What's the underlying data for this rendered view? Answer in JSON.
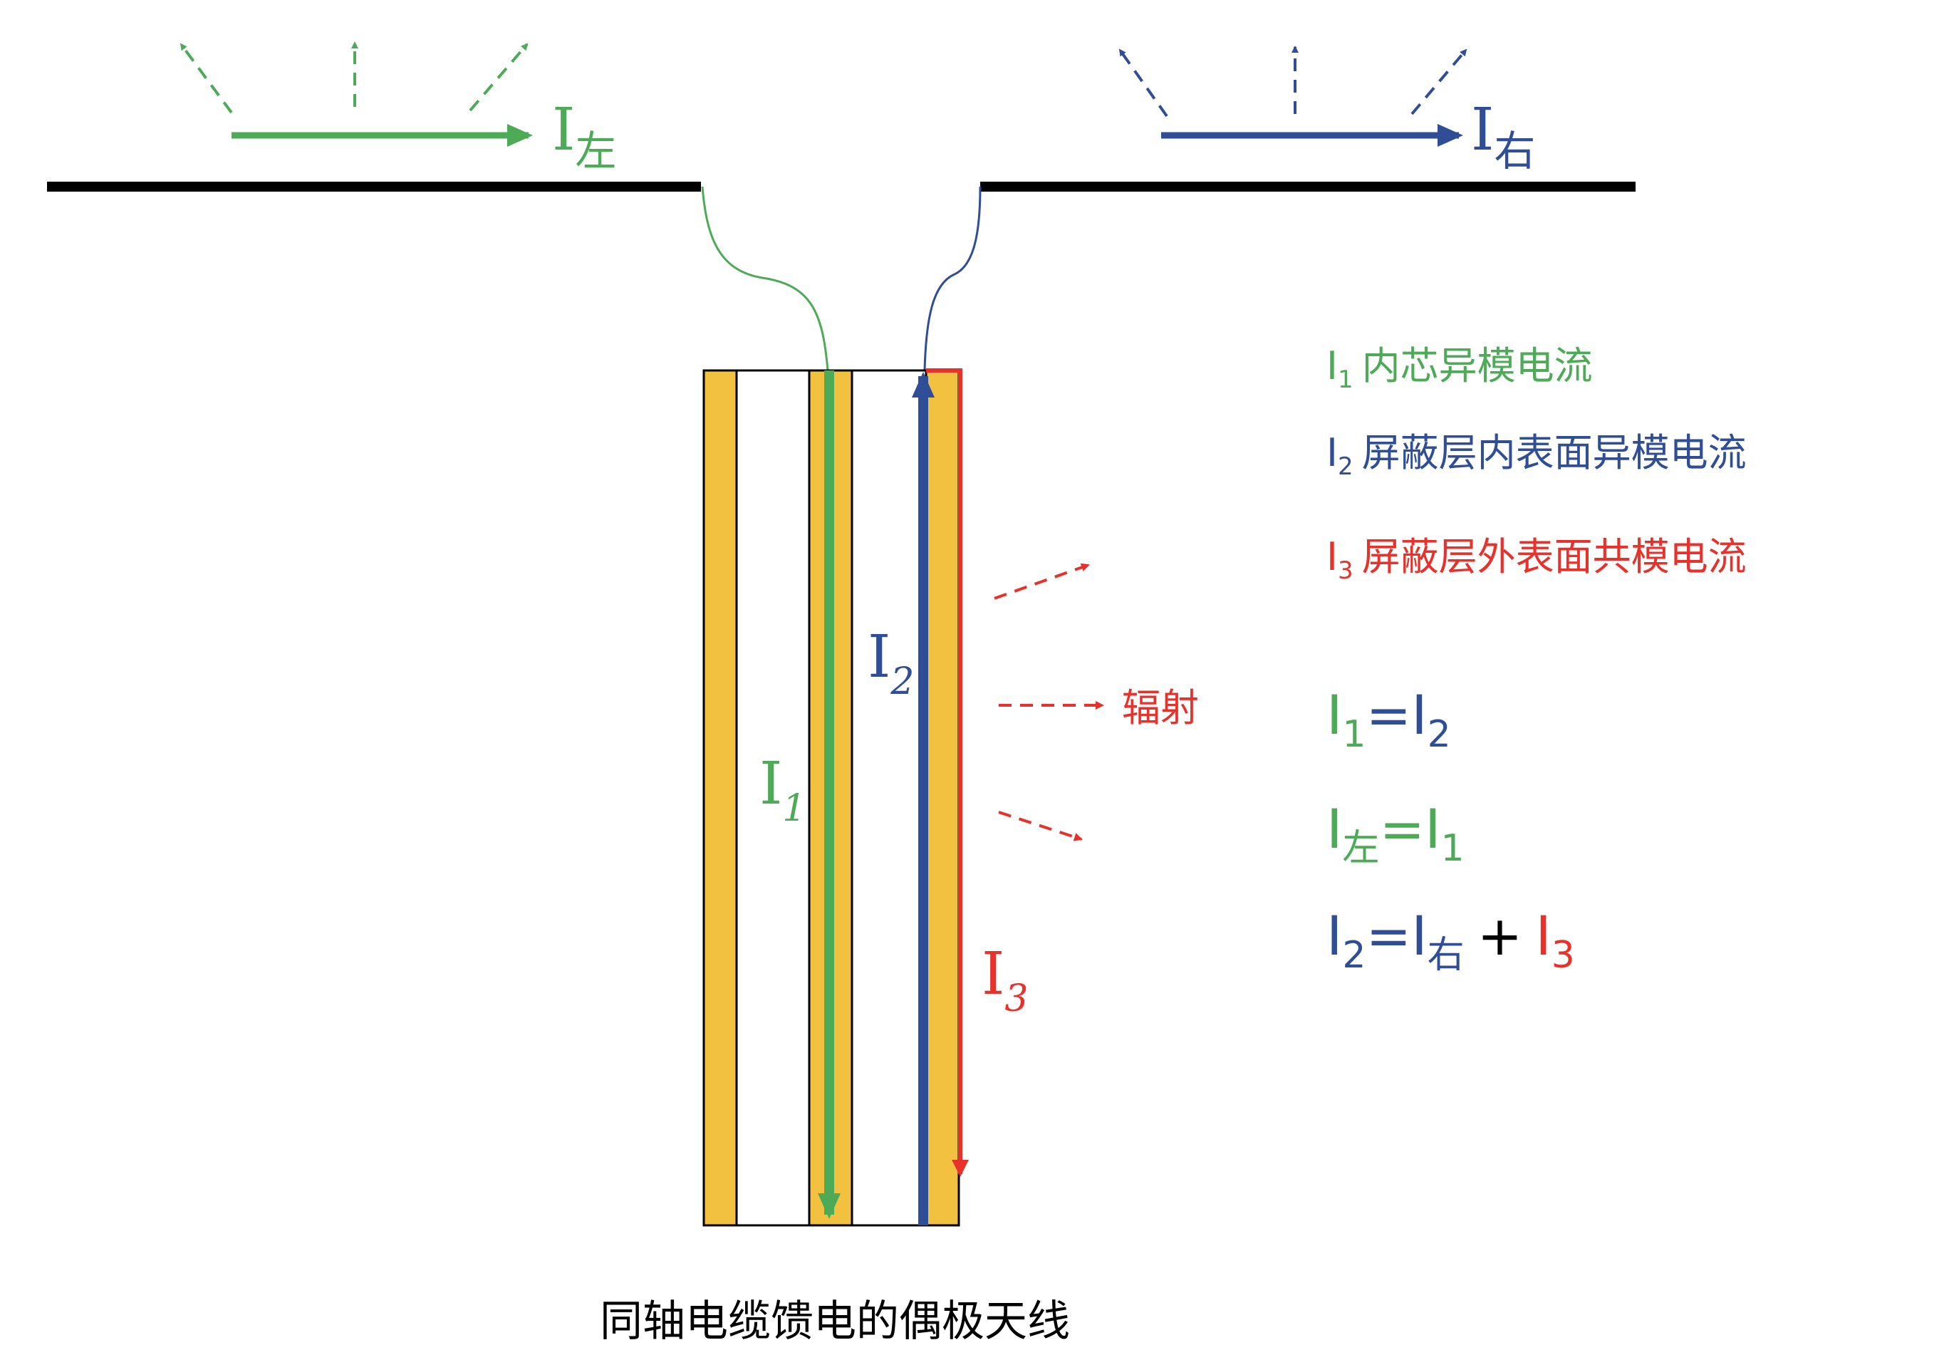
{
  "colors": {
    "green": "#4daa57",
    "blue": "#2f4e96",
    "red": "#e8312b",
    "gold": "#f2c140",
    "black": "#000000"
  },
  "labels": {
    "i_left": {
      "main": "I",
      "sub": "左"
    },
    "i_right": {
      "main": "I",
      "sub": "右"
    },
    "i1": {
      "main": "I",
      "sub": "1"
    },
    "i2": {
      "main": "I",
      "sub": "2"
    },
    "i3": {
      "main": "I",
      "sub": "3"
    },
    "radiation": "辐射"
  },
  "legend": [
    {
      "main": "I",
      "sub": "1",
      "text": "内芯异模电流"
    },
    {
      "main": "I",
      "sub": "2",
      "text": "屏蔽层内表面异模电流"
    },
    {
      "main": "I",
      "sub": "3",
      "text": "屏蔽层外表面共模电流"
    }
  ],
  "equations": {
    "eq1": {
      "a": "I",
      "a_sub": "1",
      "op": "=",
      "b": "I",
      "b_sub": "2"
    },
    "eq2": {
      "a": "I",
      "a_sub": "左",
      "op": "=",
      "b": "I",
      "b_sub": "1"
    },
    "eq3": {
      "a": "I",
      "a_sub": "2",
      "op": "=",
      "b": "I",
      "b_sub": "右",
      "plus": "+",
      "c": "I",
      "c_sub": "3"
    }
  },
  "caption": "同轴电缆馈电的偶极天线"
}
